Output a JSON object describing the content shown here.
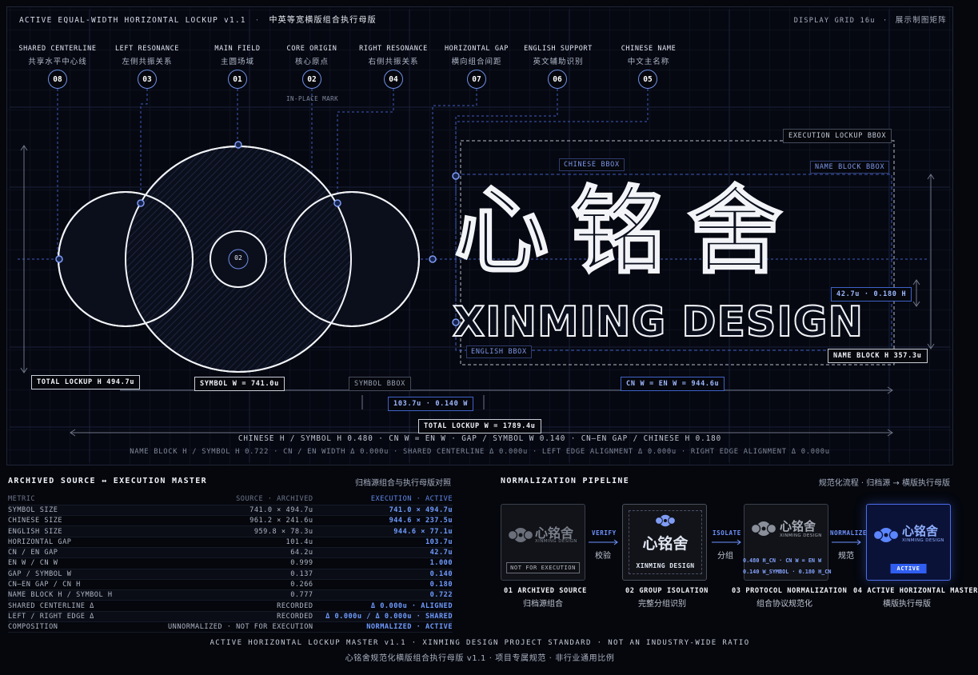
{
  "header": {
    "title": "ACTIVE EQUAL-WIDTH HORIZONTAL LOCKUP v1.1",
    "title_cn": "中英等宽横版组合执行母版",
    "grid": "DISPLAY GRID 16u",
    "grid_cn": "展示制图矩阵"
  },
  "callouts": [
    {
      "en": "SHARED CENTERLINE",
      "cn": "共享水平中心线",
      "num": "08"
    },
    {
      "en": "LEFT RESONANCE",
      "cn": "左侧共振关系",
      "num": "03"
    },
    {
      "en": "MAIN FIELD",
      "cn": "主圆场域",
      "num": "01"
    },
    {
      "en": "CORE ORIGIN",
      "cn": "核心原点",
      "num": "02"
    },
    {
      "en": "RIGHT RESONANCE",
      "cn": "右侧共振关系",
      "num": "04"
    },
    {
      "en": "HORIZONTAL GAP",
      "cn": "横向组合间距",
      "num": "07"
    },
    {
      "en": "ENGLISH SUPPORT",
      "cn": "英文辅助识别",
      "num": "06"
    },
    {
      "en": "CHINESE NAME",
      "cn": "中文主名称",
      "num": "05"
    }
  ],
  "diagram": {
    "in_place_mark": "IN-PLACE MARK",
    "core_label": "02",
    "wordmark_cn": "心铭舍",
    "wordmark_en": "XINMING DESIGN",
    "execution_bbox": "EXECUTION LOCKUP BBOX",
    "chinese_bbox": "CHINESE BBOX",
    "name_block_bbox": "NAME BLOCK BBOX",
    "english_bbox": "ENGLISH BBOX",
    "cn_en_gap": "42.7u · 0.180 H",
    "name_block_h": "NAME BLOCK H 357.3u",
    "total_lockup_h": "TOTAL LOCKUP H 494.7u",
    "symbol_w": "SYMBOL W = 741.0u",
    "symbol_bbox": "SYMBOL BBOX",
    "cn_en_w": "CN W = EN W = 944.6u",
    "gap": "103.7u · 0.140 W",
    "total_lockup_w": "TOTAL LOCKUP W = 1789.4u",
    "formula_1": "CHINESE H / SYMBOL H 0.480 · CN W = EN W · GAP / SYMBOL W 0.140 · CN–EN GAP / CHINESE H 0.180",
    "formula_2": "NAME BLOCK H / SYMBOL H 0.722 · CN / EN WIDTH Δ 0.000u · SHARED CENTERLINE Δ 0.000u · LEFT EDGE ALIGNMENT Δ 0.000u · RIGHT EDGE ALIGNMENT Δ 0.000u"
  },
  "table": {
    "title": "ARCHIVED SOURCE ↔ EXECUTION MASTER",
    "title_cn": "归档源组合与执行母版对照",
    "headers": {
      "metric": "METRIC",
      "source": "SOURCE · ARCHIVED",
      "active": "EXECUTION · ACTIVE"
    },
    "rows": [
      {
        "metric": "SYMBOL SIZE",
        "source": "741.0 × 494.7u",
        "active": "741.0 × 494.7u"
      },
      {
        "metric": "CHINESE SIZE",
        "source": "961.2 × 241.6u",
        "active": "944.6 × 237.5u"
      },
      {
        "metric": "ENGLISH SIZE",
        "source": "959.8 × 78.3u",
        "active": "944.6 × 77.1u"
      },
      {
        "metric": "HORIZONTAL GAP",
        "source": "101.4u",
        "active": "103.7u"
      },
      {
        "metric": "CN / EN GAP",
        "source": "64.2u",
        "active": "42.7u"
      },
      {
        "metric": "EN W / CN W",
        "source": "0.999",
        "active": "1.000"
      },
      {
        "metric": "GAP / SYMBOL W",
        "source": "0.137",
        "active": "0.140"
      },
      {
        "metric": "CN–EN GAP / CN H",
        "source": "0.266",
        "active": "0.180"
      },
      {
        "metric": "NAME BLOCK H / SYMBOL H",
        "source": "0.777",
        "active": "0.722"
      },
      {
        "metric": "SHARED CENTERLINE Δ",
        "source": "RECORDED",
        "active": "Δ 0.000u · ALIGNED"
      },
      {
        "metric": "LEFT / RIGHT EDGE Δ",
        "source": "RECORDED",
        "active": "Δ 0.000u / Δ 0.000u · SHARED"
      },
      {
        "metric": "COMPOSITION",
        "source": "UNNORMALIZED · NOT FOR EXECUTION",
        "active": "NORMALIZED · ACTIVE"
      }
    ]
  },
  "pipeline": {
    "title": "NORMALIZATION PIPELINE",
    "title_cn": "规范化流程 · 归档源 → 横版执行母版",
    "steps": [
      {
        "title": "01 ARCHIVED SOURCE",
        "cn": "归档源组合",
        "tag": "NOT FOR EXECUTION"
      },
      {
        "title": "02 GROUP ISOLATION",
        "cn": "完整分组识别",
        "tag": "XINMING DESIGN"
      },
      {
        "title": "03 PROTOCOL NORMALIZATION",
        "cn": "组合协议规范化",
        "note1": "0.480 H_CN · CN W = EN W",
        "note2": "0.140 W_SYMBOL · 0.180 H_CN"
      },
      {
        "title": "04 ACTIVE HORIZONTAL MASTER",
        "cn": "横版执行母版",
        "tag": "ACTIVE"
      }
    ],
    "arrows": [
      {
        "en": "VERIFY",
        "cn": "校验"
      },
      {
        "en": "ISOLATE",
        "cn": "分组"
      },
      {
        "en": "NORMALIZE",
        "cn": "规范"
      }
    ],
    "mini_cn": "心铭舍",
    "mini_en": "XINMING DESIGN"
  },
  "footer": {
    "line1": "ACTIVE HORIZONTAL LOCKUP MASTER v1.1 · XINMING DESIGN PROJECT STANDARD · NOT AN INDUSTRY-WIDE RATIO",
    "line2": "心铭舍规范化横版组合执行母版 v1.1 · 项目专属规范 · 非行业通用比例"
  },
  "colors": {
    "accent": "#4b6fe8",
    "line": "#3d5cc0",
    "bg": "#05070d"
  }
}
